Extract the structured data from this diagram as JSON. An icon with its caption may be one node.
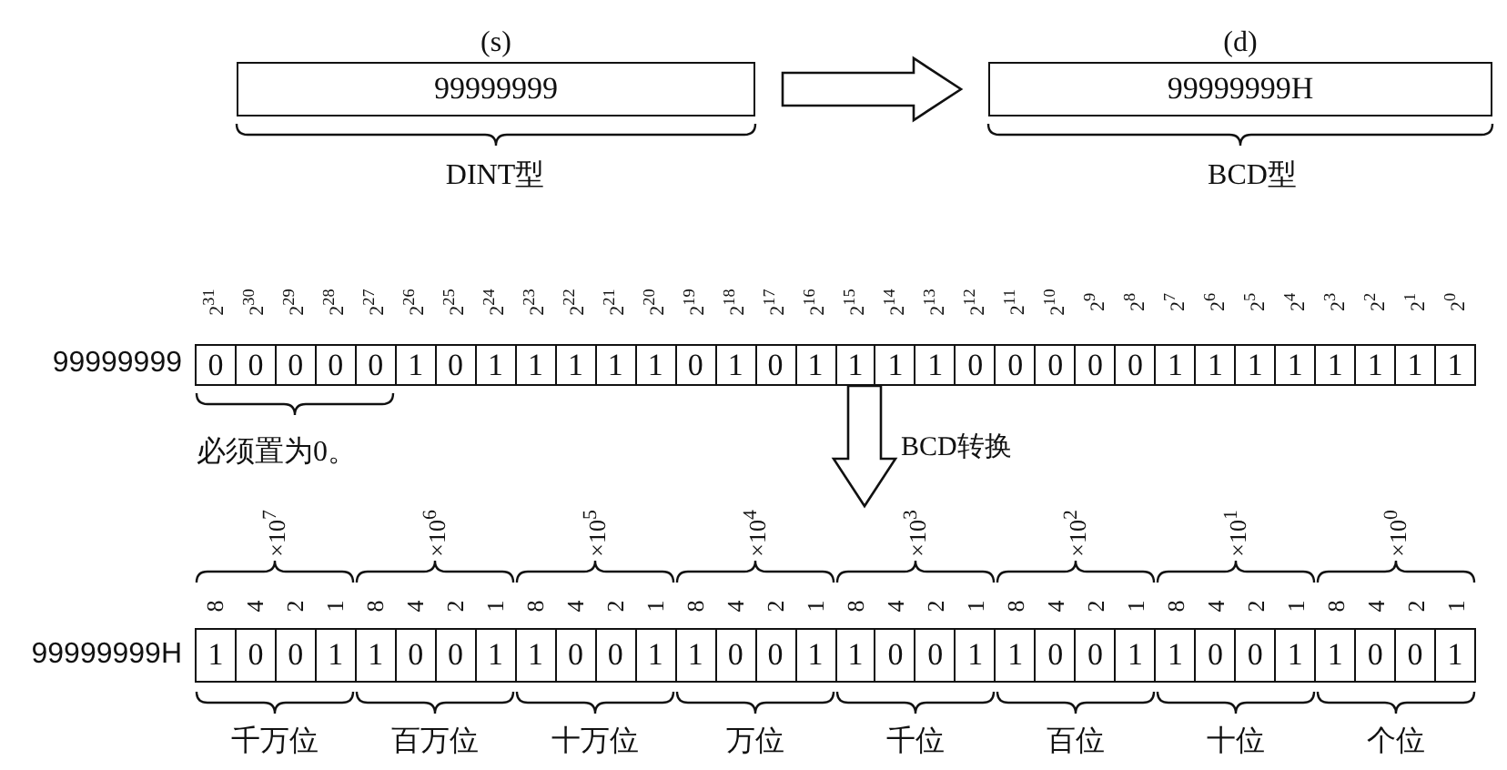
{
  "diagram": {
    "nodes": [
      {
        "text": [
          "(s)",
          "99999999"
        ],
        "beside": [
          "DINT型"
        ]
      },
      {
        "text": [
          "(d)",
          "99999999H"
        ],
        "beside": [
          "BCD型"
        ]
      },
      {
        "text": [
          "0",
          "0",
          "0",
          "0",
          "0",
          "1",
          "0",
          "1",
          "1",
          "1",
          "1",
          "1",
          "0",
          "1",
          "0",
          "1",
          "1",
          "1",
          "1",
          "0",
          "0",
          "0",
          "0",
          "0",
          "1",
          "1",
          "1",
          "1",
          "1",
          "1",
          "1",
          "1"
        ],
        "beside": [
          "99999999"
        ]
      },
      {
        "text": [
          "1",
          "0",
          "0",
          "1",
          "1",
          "0",
          "0",
          "1",
          "1",
          "0",
          "0",
          "1",
          "1",
          "0",
          "0",
          "1",
          "1",
          "0",
          "0",
          "1",
          "1",
          "0",
          "0",
          "1",
          "1",
          "0",
          "0",
          "1",
          "1",
          "0",
          "0",
          "1"
        ],
        "beside": [
          "99999999H"
        ]
      }
    ],
    "edges": [
      {
        "from": 0,
        "to": 1,
        "arrow": "to"
      },
      {
        "from": 2,
        "to": 3,
        "arrow": "to",
        "label": "BCD转换"
      }
    ],
    "labels": [
      "2$^{31}$",
      "2$^{30}$",
      "2$^{29}$",
      "2$^{28}$",
      "2$^{27}$",
      "2$^{26}$",
      "2$^{25}$",
      "2$^{24}$",
      "2$^{23}$",
      "2$^{22}$",
      "2$^{21}$",
      "2$^{20}$",
      "2$^{19}$",
      "2$^{18}$",
      "2$^{17}$",
      "2$^{16}$",
      "2$^{15}$",
      "2$^{14}$",
      "2$^{13}$",
      "2$^{12}$",
      "2$^{11}$",
      "2$^{10}$",
      "2$^{9}$",
      "2$^{8}$",
      "2$^{7}$",
      "2$^{6}$",
      "2$^{5}$",
      "2$^{4}$",
      "2$^{3}$",
      "2$^{2}$",
      "2$^{1}$",
      "2$^{0}$",
      "必须置为0。",
      "×10$^{7}$",
      "×10$^{6}$",
      "×10$^{5}$",
      "×10$^{4}$",
      "×10$^{3}$",
      "×10$^{2}$",
      "×10$^{1}$",
      "×10$^{0}$",
      "8",
      "4",
      "2",
      "1",
      "8",
      "4",
      "2",
      "1",
      "8",
      "4",
      "2",
      "1",
      "8",
      "4",
      "2",
      "1",
      "8",
      "4",
      "2",
      "1",
      "8",
      "4",
      "2",
      "1",
      "8",
      "4",
      "2",
      "1",
      "8",
      "4",
      "2",
      "1",
      "千万位",
      "百万位",
      "十万位",
      "万位",
      "千位",
      "百位",
      "十位",
      "个位"
    ]
  }
}
